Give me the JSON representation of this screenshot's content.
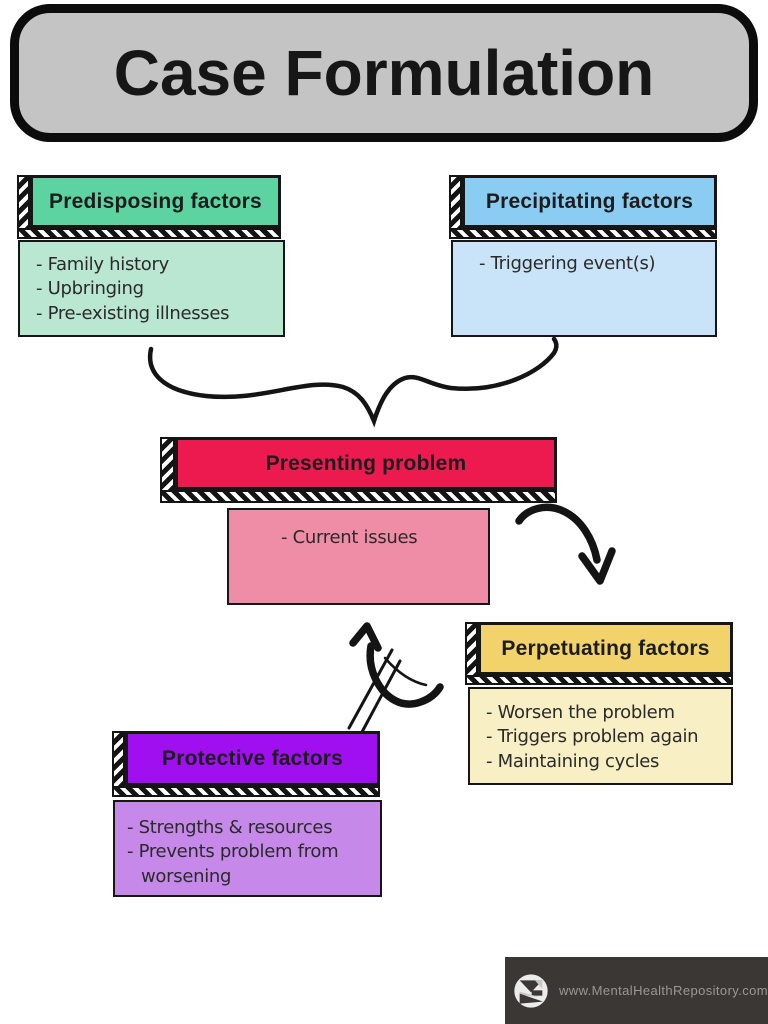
{
  "title": "Case Formulation",
  "title_bg": "#c4c4c4",
  "ink_color": "#141414",
  "cards": {
    "predisposing": {
      "label": "Predisposing factors",
      "items": [
        "- Family history",
        "- Upbringing",
        "- Pre-existing illnesses"
      ],
      "header_color": "#5ed3a2",
      "body_color": "#bae7d1"
    },
    "precipitating": {
      "label": "Precipitating factors",
      "items": [
        "- Triggering event(s)"
      ],
      "header_color": "#8bcdf2",
      "body_color": "#c9e4f8"
    },
    "presenting": {
      "label": "Presenting problem",
      "items": [
        "- Current issues"
      ],
      "header_color": "#ec1a4f",
      "body_color": "#ef8da7"
    },
    "perpetuating": {
      "label": "Perpetuating factors",
      "items": [
        "- Worsen the problem",
        "- Triggers problem again",
        "- Maintaining cycles"
      ],
      "header_color": "#f1d26b",
      "body_color": "#f8efc4"
    },
    "protective": {
      "label": "Protective factors",
      "items": [
        "- Strengths & resources",
        "- Prevents problem from worsening"
      ],
      "header_color": "#a00ff0",
      "body_color": "#c689e9"
    }
  },
  "footer": {
    "url": "www.MentalHealthRepository.com",
    "bar_color": "#3b3734",
    "logo": "envelope-m-logo"
  }
}
